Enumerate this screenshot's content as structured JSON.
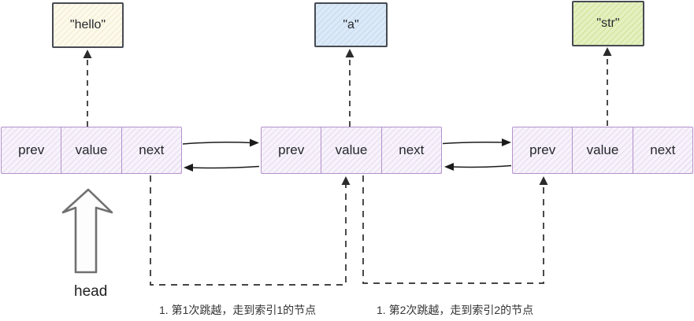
{
  "value_boxes": [
    {
      "name": "hello-box",
      "label": "\"hello\"",
      "fill": "#fdfaeb",
      "border": "#474b52"
    },
    {
      "name": "a-box",
      "label": "\"a\"",
      "fill": "#dce9f7",
      "border": "#474b52"
    },
    {
      "name": "str-box",
      "label": "\"str\"",
      "fill": "#e4f0c0",
      "border": "#474b52"
    }
  ],
  "nodes": [
    {
      "name": "node-0",
      "cells": [
        "prev",
        "value",
        "next"
      ]
    },
    {
      "name": "node-1",
      "cells": [
        "prev",
        "value",
        "next"
      ]
    },
    {
      "name": "node-2",
      "cells": [
        "prev",
        "value",
        "next"
      ]
    }
  ],
  "node_style": {
    "border": "#b293cb",
    "fill": "#f7f2fb",
    "hatch": "#e7dcf1"
  },
  "head": {
    "label": "head"
  },
  "annotations": [
    {
      "text": "1. 第1次跳越，走到索引1的节点"
    },
    {
      "text": "1. 第2次跳越，走到索引2的节点"
    }
  ],
  "colors": {
    "arrow": "#1b1b1b",
    "dashed": "#2b2b2b",
    "text": "#26282c",
    "head_arrow_outline": "#717171"
  }
}
